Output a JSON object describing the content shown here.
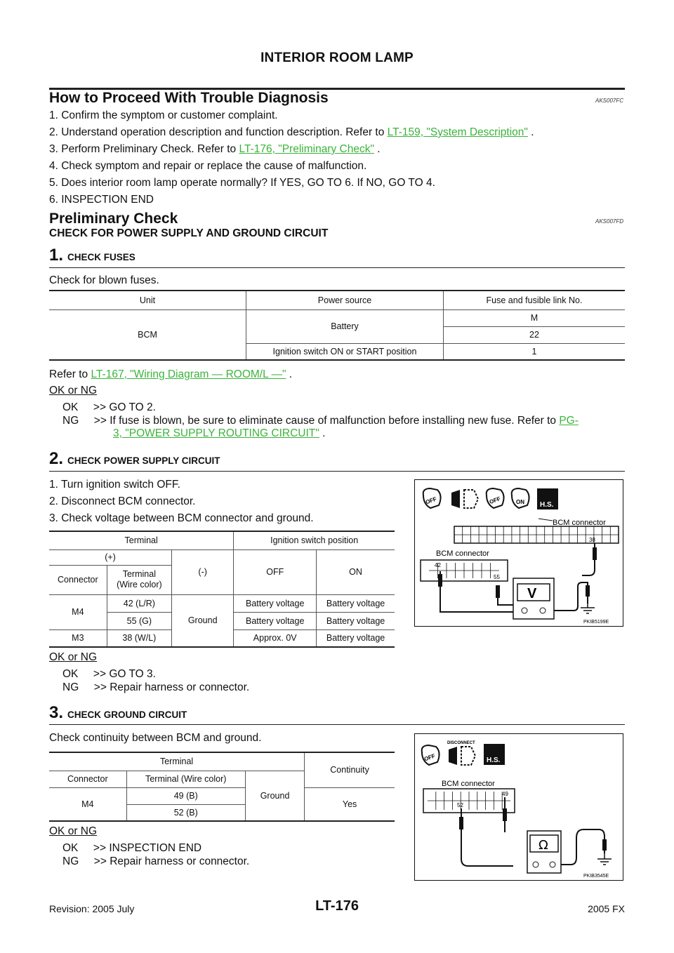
{
  "header": {
    "title": "INTERIOR ROOM LAMP"
  },
  "proceed": {
    "heading": "How to Proceed With Trouble Diagnosis",
    "code": "AKS007FC",
    "steps": [
      "1. Confirm the symptom or customer complaint.",
      "2. Understand operation description and function description. Refer to ",
      "3. Perform Preliminary Check. Refer to ",
      "4. Check symptom and repair or replace the cause of malfunction.",
      "5. Does interior room lamp operate normally? If YES, GO TO 6. If NO, GO TO 4.",
      "6. INSPECTION END"
    ],
    "link1": "LT-159, \"System Description\"",
    "link2": "LT-176, \"Preliminary Check\"",
    "dot": " ."
  },
  "prelim": {
    "heading": "Preliminary Check",
    "code": "AKS007FD",
    "subheading": "CHECK FOR POWER SUPPLY AND GROUND CIRCUIT"
  },
  "step1": {
    "num": "1.",
    "title": "CHECK FUSES",
    "text": "Check for blown fuses.",
    "table": {
      "headers": [
        "Unit",
        "Power source",
        "Fuse and fusible link No."
      ],
      "unit": "BCM",
      "battery": "Battery",
      "m": "M",
      "n22": "22",
      "ign": "Ignition switch ON or START position",
      "n1": "1"
    },
    "refer": "Refer to ",
    "link": "LT-167, \"Wiring Diagram — ROOM/L —\"",
    "dot": " .",
    "okng": "OK or NG",
    "ok": "OK     >> GO TO 2.",
    "ng": "NG     >> If fuse is blown, be sure to eliminate cause of malfunction before installing new fuse. Refer to ",
    "nglink1": "PG-",
    "nglink2": "3, \"POWER SUPPLY ROUTING CIRCUIT\"",
    "ngdot": " ."
  },
  "step2": {
    "num": "2.",
    "title": "CHECK POWER SUPPLY CIRCUIT",
    "items": [
      "1. Turn ignition switch OFF.",
      "2. Disconnect BCM connector.",
      "3. Check voltage between BCM connector and ground."
    ],
    "table": {
      "terminal": "Terminal",
      "ignpos": "Ignition switch position",
      "plus": "(+)",
      "minus": "(-)",
      "off": "OFF",
      "on": "ON",
      "connector": "Connector",
      "termwire": "Terminal\n(Wire color)",
      "m4": "M4",
      "t42": "42 (L/R)",
      "t55": "55 (G)",
      "m3": "M3",
      "t38": "38 (W/L)",
      "ground": "Ground",
      "bv": "Battery voltage",
      "approx": "Approx. 0V"
    },
    "okng": "OK or NG",
    "ok": "OK     >> GO TO 3.",
    "ng": "NG     >> Repair harness or connector.",
    "figure": {
      "bcm1": "BCM connector",
      "bcm2": "BCM connector",
      "p38": "38",
      "p42": "42",
      "p55": "55",
      "v": "V",
      "off1": "OFF",
      "off2": "OFF",
      "on": "ON",
      "hs": "H.S.",
      "id": "PKIB5199E"
    }
  },
  "step3": {
    "num": "3.",
    "title": "CHECK GROUND CIRCUIT",
    "text": "Check continuity between BCM and ground.",
    "table": {
      "terminal": "Terminal",
      "continuity": "Continuity",
      "connector": "Connector",
      "termwire": "Terminal (Wire color)",
      "m4": "M4",
      "t49": "49 (B)",
      "t52": "52 (B)",
      "ground": "Ground",
      "yes": "Yes"
    },
    "okng": "OK or NG",
    "ok": "OK     >> INSPECTION END",
    "ng": "NG     >> Repair harness or connector.",
    "figure": {
      "bcm": "BCM connector",
      "p49": "49",
      "p52": "52",
      "ohm": "Ω",
      "disc": "DISCONNECT",
      "off": "OFF",
      "hs": "H.S.",
      "id": "PKIB3545E"
    }
  },
  "footer": {
    "revision": "Revision: 2005 July",
    "page": "LT-176",
    "model": "2005 FX"
  }
}
